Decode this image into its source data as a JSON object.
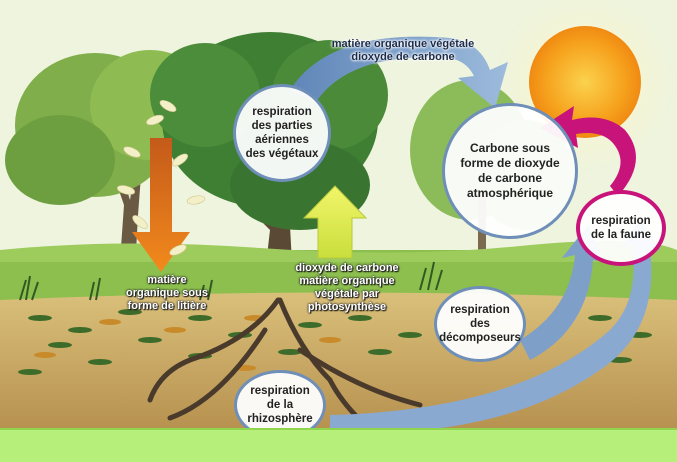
{
  "labels": {
    "top_arrow": [
      "matière organique végétale",
      "dioxyde de carbone"
    ],
    "photosynthesis": [
      "dioxyde de carbone",
      "matière organique",
      "végétale par",
      "photosynthèse"
    ],
    "litter": [
      "matière",
      "organique sous",
      "forme de litière"
    ]
  },
  "nodes": {
    "aerial": [
      "respiration",
      "des parties",
      "aériennes",
      "des végétaux"
    ],
    "atmosphere": [
      "Carbone sous",
      "forme de dioxyde",
      "de carbone",
      "atmosphérique"
    ],
    "fauna": [
      "respiration",
      "de la faune"
    ],
    "decomposers": [
      "respiration",
      "des",
      "décomposeurs"
    ],
    "rhizosphere": [
      "respiration",
      "de la",
      "rhizosphère"
    ]
  },
  "colors": {
    "sky": "#f3f7e4",
    "sun": "#f6b221",
    "grass": "#86b94a",
    "soil": "#c7a661",
    "arrow_blue": "#7d9fc8",
    "arrow_orange": "#ef7d1a",
    "arrow_yellow": "#dbe64a",
    "arrow_magenta": "#c8147a",
    "fauna_ring": "#c8147a",
    "bottom_band": "#b6f07a"
  }
}
